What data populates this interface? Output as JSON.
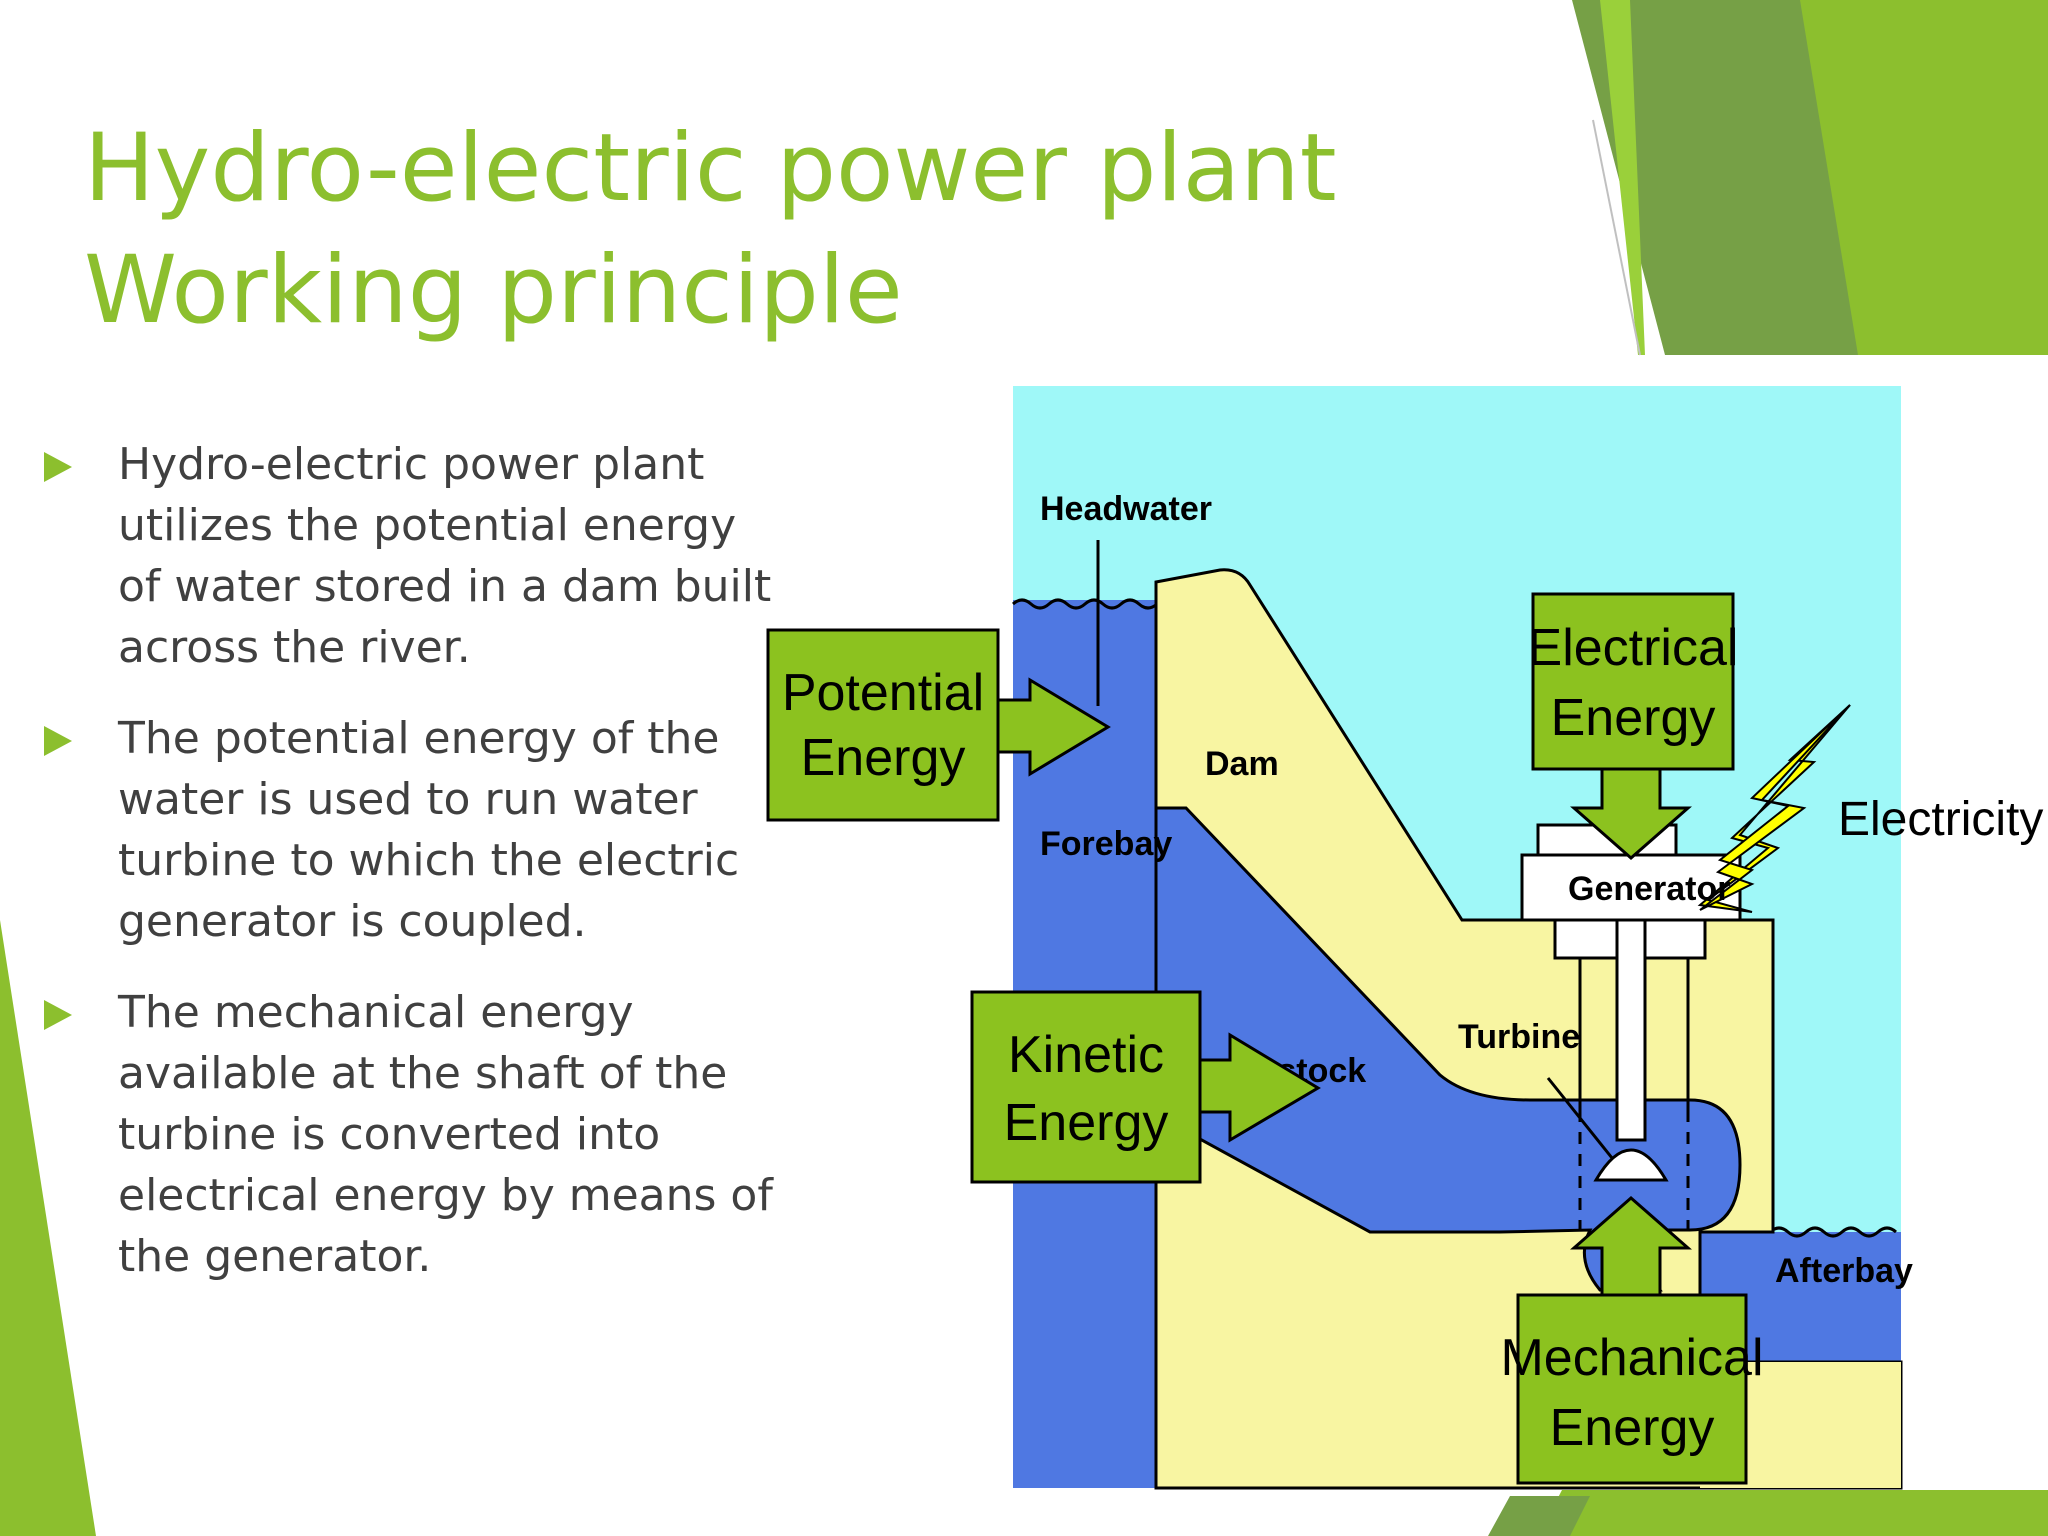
{
  "slide": {
    "title_line1": "Hydro-electric power plant",
    "title_line2": "Working principle",
    "bullets": [
      "Hydro-electric power plant utilizes the potential energy of water stored in a dam built across the river.",
      "The potential energy of the water is used to run water turbine to which the electric generator is coupled.",
      "The mechanical energy available at the shaft of the turbine is converted into electrical energy by means of the generator."
    ]
  },
  "diagram": {
    "labels": {
      "headwater": "Headwater",
      "dam": "Dam",
      "forebay": "Forebay",
      "penstock": "Penstock",
      "turbine": "Turbine",
      "generator": "Generator",
      "afterbay": "Afterbay",
      "electricity": "Electricity"
    },
    "boxes": {
      "potential_line1": "Potential",
      "potential_line2": "Energy",
      "electrical_line1": "Electrical",
      "electrical_line2": "Energy",
      "kinetic_line1": "Kinetic",
      "kinetic_line2": "Energy",
      "mechanical_line1": "Mechanical",
      "mechanical_line2": "Energy"
    }
  },
  "colors": {
    "accent_green": "#8cbf2e",
    "box_green": "#8cc21f",
    "sky": "#9ff8f8",
    "water": "#4f78e2",
    "dam_yellow": "#f8f5a2",
    "bolt_yellow": "#ffff00",
    "body_text": "#404040"
  }
}
